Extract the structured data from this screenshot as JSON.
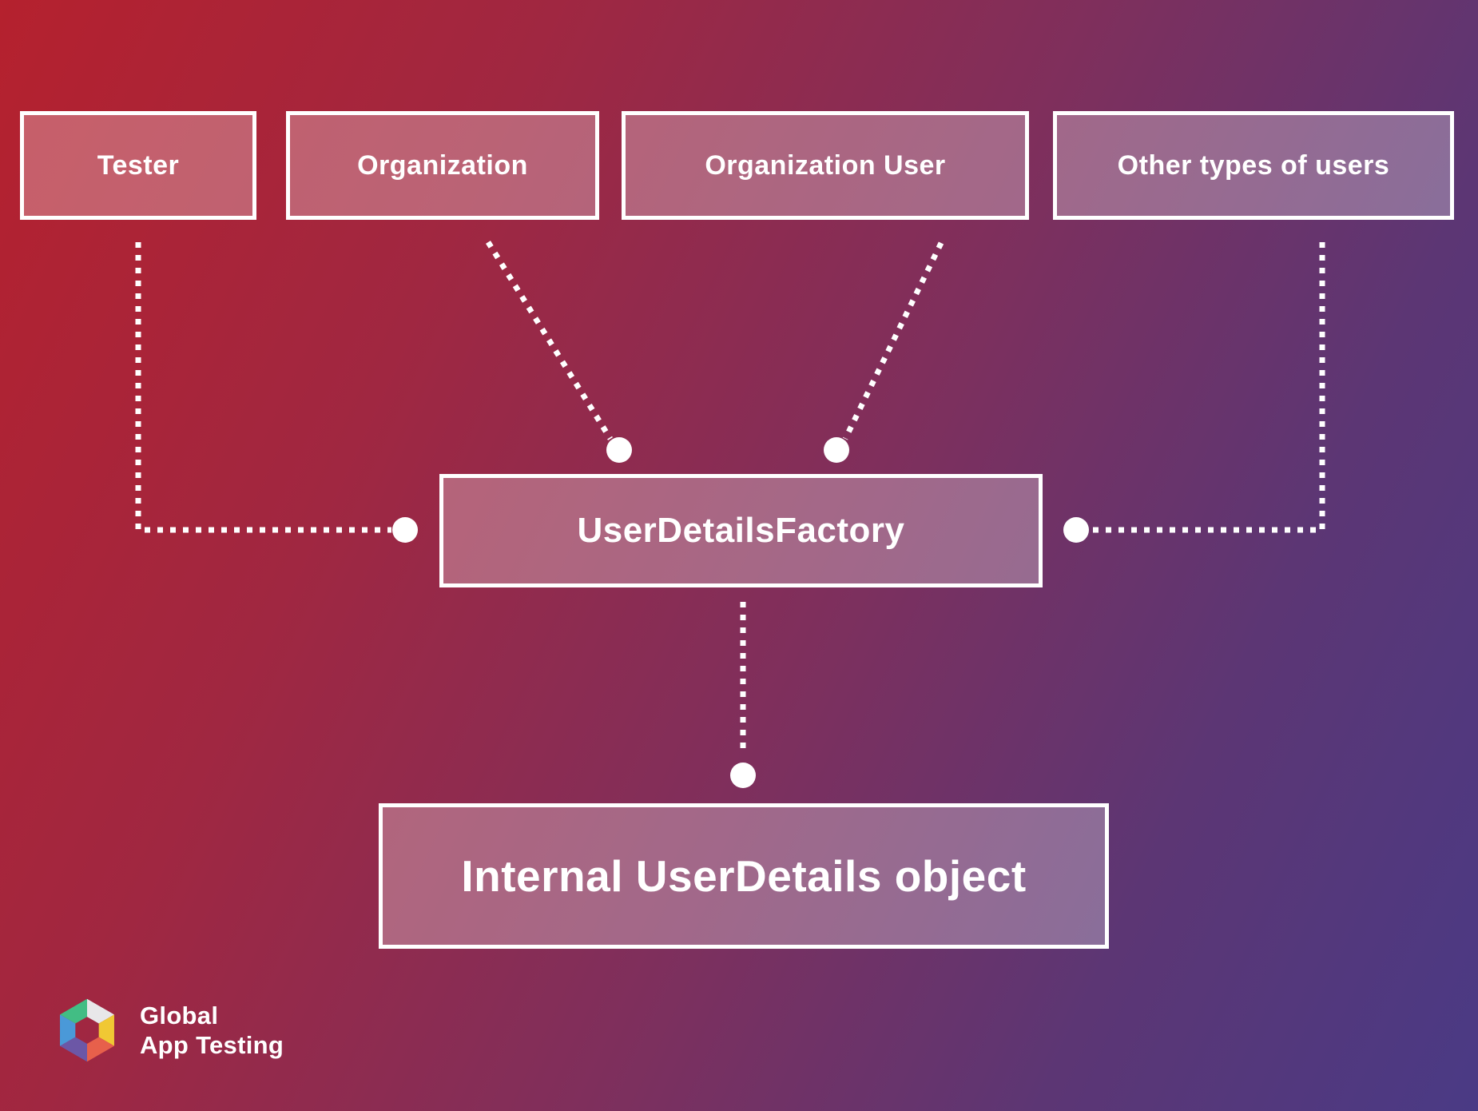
{
  "background": {
    "gradient_from": "#b5212e",
    "gradient_mid": "#7f2f5c",
    "gradient_to": "#4a3a85"
  },
  "connector": {
    "color": "#ffffff",
    "style": "dotted"
  },
  "nodes": {
    "tester": "Tester",
    "organization": "Organization",
    "organization_user": "Organization User",
    "other_users": "Other types of users",
    "factory": "UserDetailsFactory",
    "internal": "Internal UserDetails object"
  },
  "edges": [
    {
      "from": "Tester",
      "to": "UserDetailsFactory"
    },
    {
      "from": "Organization",
      "to": "UserDetailsFactory"
    },
    {
      "from": "Organization User",
      "to": "UserDetailsFactory"
    },
    {
      "from": "Other types of users",
      "to": "UserDetailsFactory"
    },
    {
      "from": "UserDetailsFactory",
      "to": "Internal UserDetails object"
    }
  ],
  "logo": {
    "line1": "Global",
    "line2": "App Testing",
    "hex_colors": {
      "green": "#42bd84",
      "white": "#e8e7e9",
      "yellow": "#f0c834",
      "red": "#e7604b",
      "purple": "#6c57a6",
      "blue": "#4a99d8"
    }
  }
}
